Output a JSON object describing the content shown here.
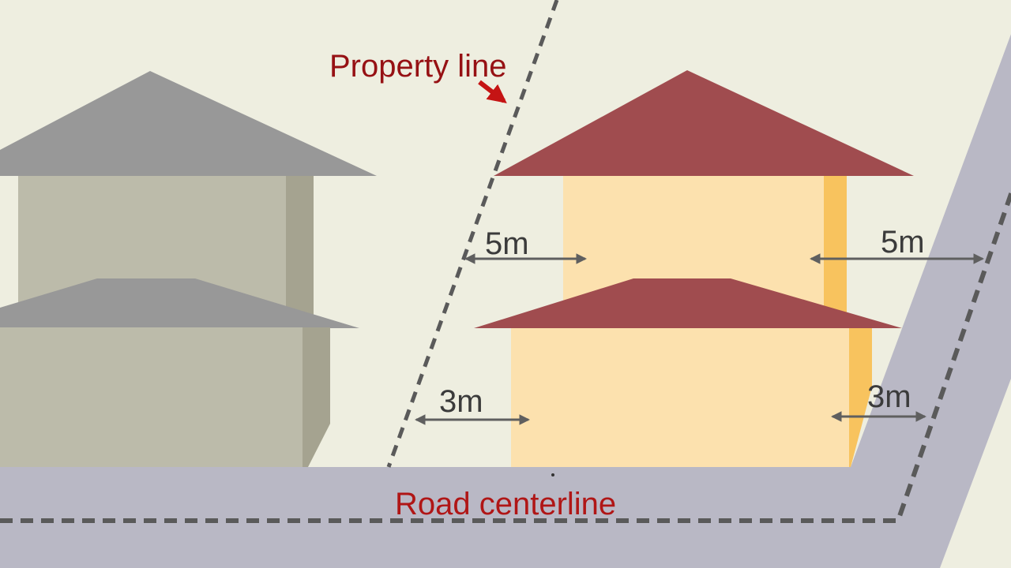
{
  "diagram": {
    "type": "building-setback-diagram",
    "annotations": {
      "property_line": "Property line",
      "road_centerline": "Road centerline"
    },
    "measurements": {
      "upper_left_setback": "5m",
      "upper_right_setback": "5m",
      "lower_left_setback": "3m",
      "lower_right_setback": "3m"
    },
    "colors": {
      "background": "#eeeee0",
      "road": "#b9b8c5",
      "dash_line": "#5a5a5a",
      "left_house_roof": "#989898",
      "left_house_wall": "#bcbbaa",
      "left_house_wall_side": "#a5a390",
      "right_house_roof": "#a04c4f",
      "right_house_wall": "#fce1ae",
      "right_house_wall_side": "#f8c35e",
      "property_label_red": "#961114",
      "road_label_red": "#b01616",
      "dimension_text": "#3b3b3b",
      "dimension_arrow": "#5f5f5f",
      "pointer_arrow_red": "#c51414",
      "speck": "#333333"
    }
  }
}
